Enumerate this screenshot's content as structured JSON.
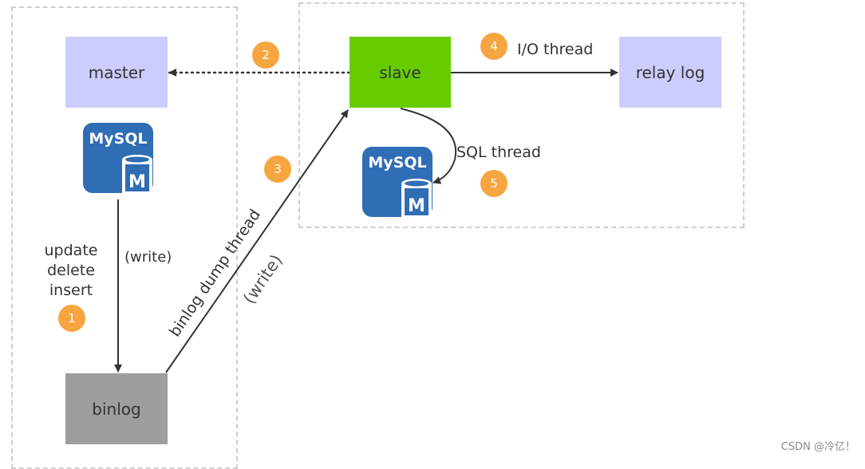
{
  "nodes": {
    "master": "master",
    "slave": "slave",
    "relay_log": "relay log",
    "binlog": "binlog"
  },
  "labels": {
    "update": "update",
    "delete": "delete",
    "insert": "insert",
    "write_master": "(write)",
    "binlog_dump_thread": "binlog dump thread",
    "write_dump": "(write)",
    "io_thread": "I/O thread",
    "sql_thread": "SQL thread"
  },
  "badges": [
    "1",
    "2",
    "3",
    "4",
    "5"
  ],
  "icons": {
    "mysql_master": {
      "text": "MySQL",
      "letter": "M"
    },
    "mysql_slave": {
      "text": "MySQL",
      "letter": "M"
    }
  },
  "colors": {
    "master_fill": "#ccccff",
    "slave_fill": "#66cc00",
    "relay_fill": "#ccccff",
    "binlog_fill": "#9e9e9e",
    "badge_fill": "#f7a540",
    "mysql_blue": "#2f6db4"
  },
  "watermark": "CSDN @冷亿！"
}
